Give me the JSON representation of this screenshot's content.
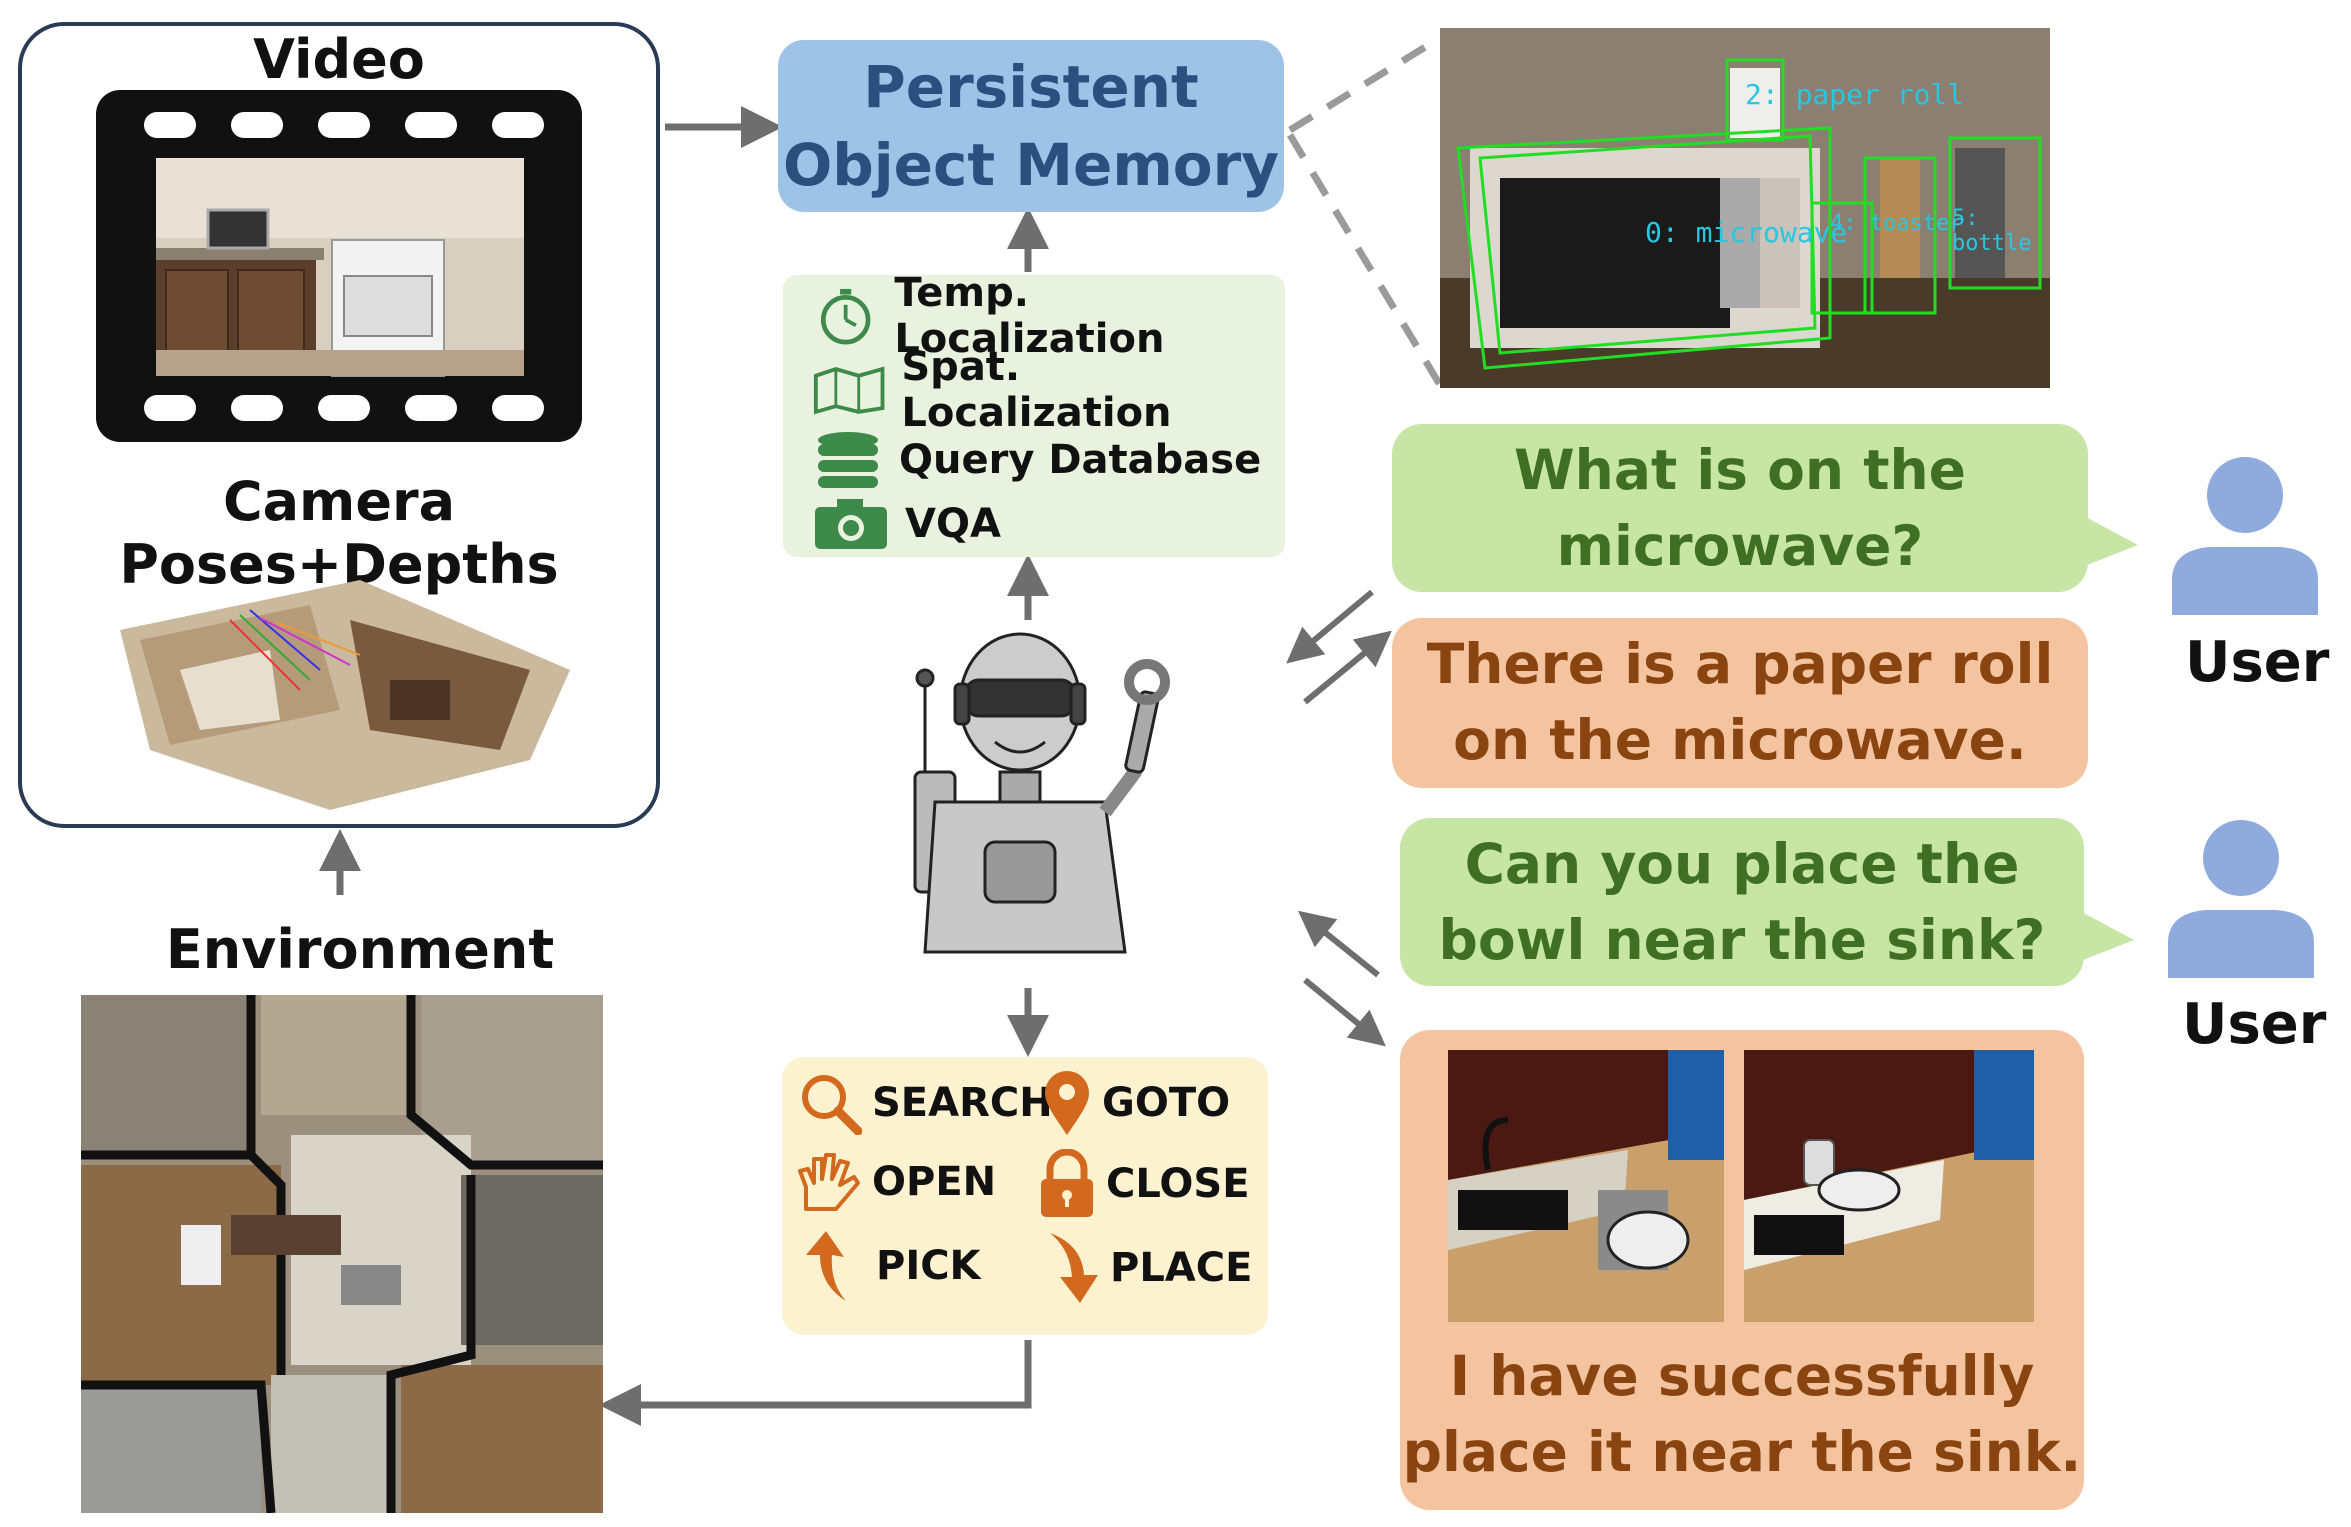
{
  "video_panel": {
    "title": "Video",
    "poses_label": "Camera Poses+Depths"
  },
  "environment": {
    "label": "Environment"
  },
  "memory": {
    "line1": "Persistent",
    "line2": "Object Memory"
  },
  "detections": {
    "labels": [
      "2: paper roll",
      "0: microwave",
      "4: toaster",
      "5: bottle"
    ]
  },
  "tools": [
    {
      "icon": "timer-icon",
      "label": "Temp. Localization"
    },
    {
      "icon": "map-icon",
      "label": "Spat. Localization"
    },
    {
      "icon": "database-icon",
      "label": "Query Database"
    },
    {
      "icon": "camera-icon",
      "label": "VQA"
    }
  ],
  "actions": [
    {
      "icon": "search-icon",
      "label": "SEARCH"
    },
    {
      "icon": "location-pin-icon",
      "label": "GOTO"
    },
    {
      "icon": "hand-icon",
      "label": "OPEN"
    },
    {
      "icon": "lock-icon",
      "label": "CLOSE"
    },
    {
      "icon": "up-arrow-icon",
      "label": "PICK"
    },
    {
      "icon": "down-arrow-icon",
      "label": "PLACE"
    }
  ],
  "dialog": {
    "q1": {
      "line1": "What is on the",
      "line2": "microwave?"
    },
    "a1": {
      "line1": "There is a paper roll",
      "line2": "on the microwave."
    },
    "q2": {
      "line1": "Can you place the",
      "line2": "bowl near the sink?"
    },
    "a2": {
      "line1": "I have successfully",
      "line2": "place it near the sink."
    }
  },
  "users": [
    {
      "label": "User"
    },
    {
      "label": "User"
    }
  ],
  "colors": {
    "memory_bg": "#9fc3e7",
    "memory_text": "#2c4f80",
    "tools_bg": "#e8f2df",
    "actions_bg": "#fdf2cf",
    "question_bg": "#c7e6a5",
    "question_text": "#3f6f25",
    "answer_bg": "#f4c3a0",
    "answer_text": "#8a4410",
    "action_icon": "#d2691e",
    "tool_icon": "#3e8a4a",
    "user_icon": "#8faadc",
    "detection_box": "#22dd22",
    "arrow": "#6e6e6e"
  }
}
